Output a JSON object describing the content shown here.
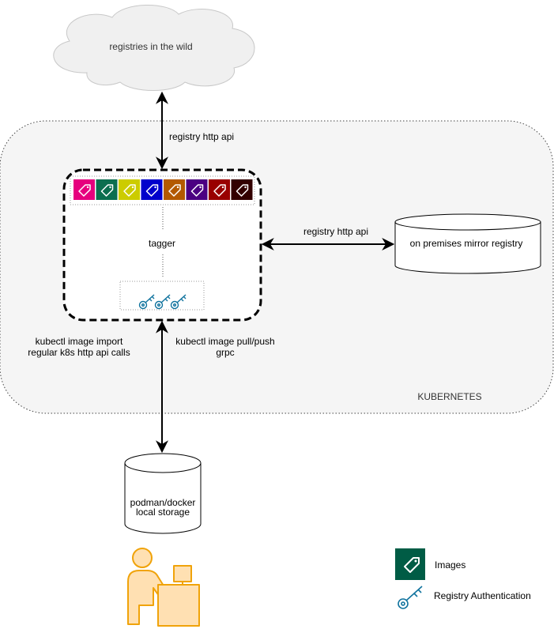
{
  "cloud": {
    "label": "registries in the wild"
  },
  "cluster": {
    "label": "KUBERNETES"
  },
  "tagger": {
    "label": "tagger"
  },
  "mirror": {
    "label": "on premises mirror registry"
  },
  "storage": {
    "line1": "podman/docker",
    "line2": "local storage"
  },
  "edges": {
    "top": "registry http api",
    "right": "registry http api",
    "bottom_line1": "kubectl image pull/push",
    "bottom_line2": "grpc",
    "left_line1": "kubectl image import",
    "left_line2": "regular k8s http api calls"
  },
  "image_tag_colors": [
    "#e6007e",
    "#0b6e4f",
    "#cccc00",
    "#0000cc",
    "#b35900",
    "#4b0082",
    "#990000",
    "#330000"
  ],
  "legend": {
    "images_label": "Images",
    "images_color": "#005c45",
    "auth_label": "Registry Authentication",
    "images_icon": "tag-icon",
    "auth_icon": "key-icon"
  },
  "colors": {
    "cluster_fill": "#f5f5f5",
    "cloud_fill": "#f0f0f0",
    "user_fill": "#ffe0b2",
    "user_stroke": "#f0a30a",
    "key_stroke": "#10739e"
  }
}
